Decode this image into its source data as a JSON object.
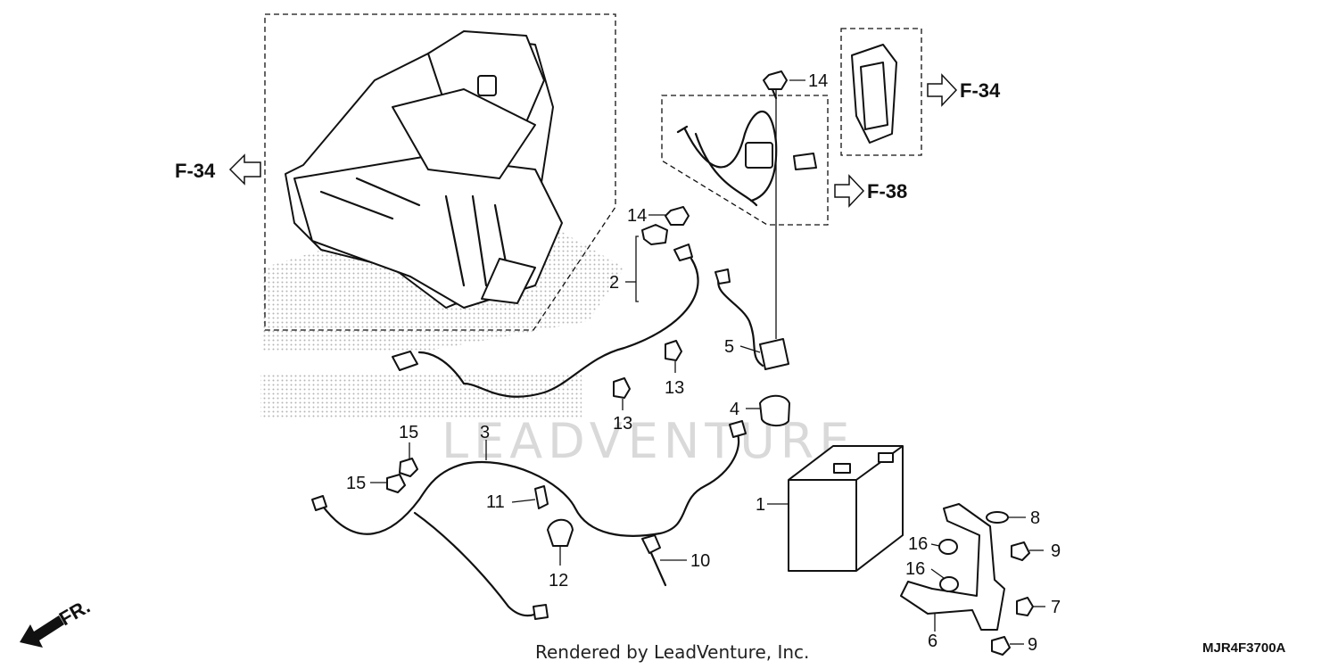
{
  "diagram": {
    "watermark": "LEADVENTURE",
    "reference_labels": [
      "F-34",
      "F-34",
      "F-38"
    ],
    "direction_label": "FR.",
    "footer_text": "Rendered by LeadVenture, Inc.",
    "diagram_code": "MJR4F3700A",
    "callouts": [
      "1",
      "2",
      "3",
      "4",
      "5",
      "6",
      "7",
      "8",
      "9",
      "9",
      "10",
      "11",
      "12",
      "13",
      "13",
      "14",
      "14",
      "15",
      "15",
      "16",
      "16"
    ]
  }
}
